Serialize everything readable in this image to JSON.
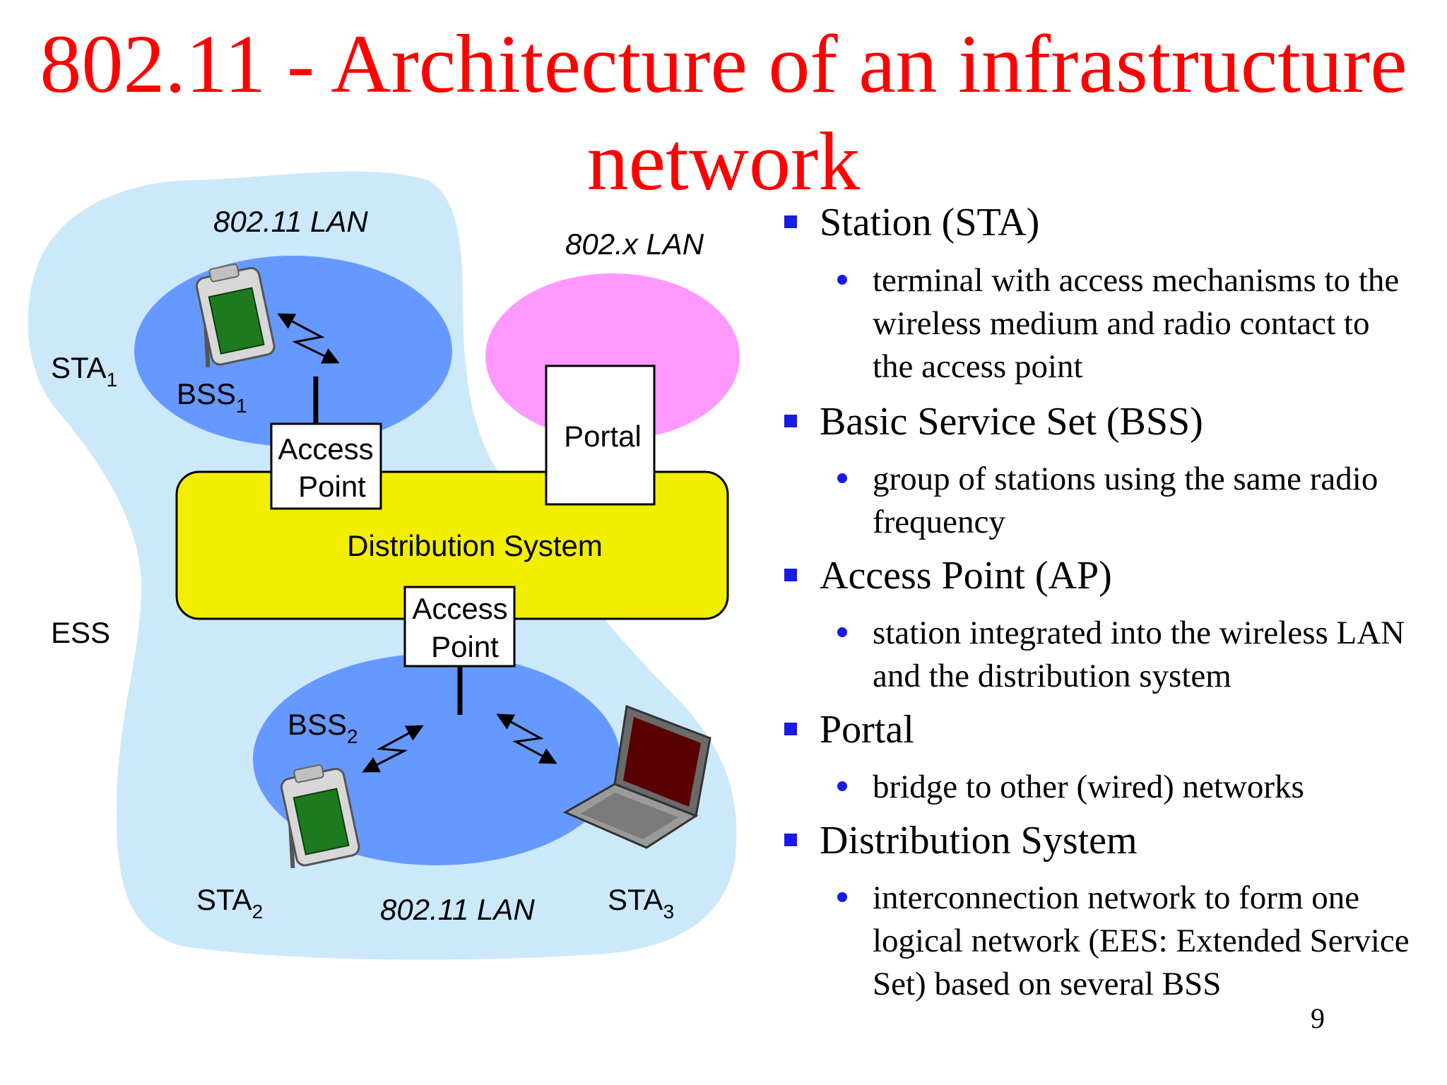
{
  "title": "802.11 - Architecture of an infrastructure network",
  "diagram": {
    "lan_top": "802.11 LAN",
    "lan_bottom": "802.11 LAN",
    "lan_x": "802.x LAN",
    "sta1": "STA",
    "sta1_sub": "1",
    "sta2": "STA",
    "sta2_sub": "2",
    "sta3": "STA",
    "sta3_sub": "3",
    "bss1": "BSS",
    "bss1_sub": "1",
    "bss2": "BSS",
    "bss2_sub": "2",
    "ess": "ESS",
    "ap_line1": "Access",
    "ap_line2": "Point",
    "portal": "Portal",
    "distribution_system": "Distribution System"
  },
  "bullets": [
    {
      "term": "Station (STA)",
      "desc": "terminal with access mechanisms to the wireless medium and radio contact to the access point"
    },
    {
      "term": "Basic Service Set (BSS)",
      "desc": "group of stations using the same radio frequency"
    },
    {
      "term": "Access Point (AP)",
      "desc": "station integrated into the wireless LAN and the distribution system"
    },
    {
      "term": "Portal",
      "desc": "bridge to other (wired) networks"
    },
    {
      "term": "Distribution System",
      "desc": "interconnection network to form one logical network (EES: Extended Service Set) based on several BSS"
    }
  ],
  "page_number": "9",
  "colors": {
    "title": "#ff0000",
    "ess_region": "#cce8fb",
    "bss_region": "#6699ff",
    "lan_x_region": "#ff99ff",
    "distribution_system": "#f2ee00",
    "bullet_marker": "#1a1ae6"
  }
}
